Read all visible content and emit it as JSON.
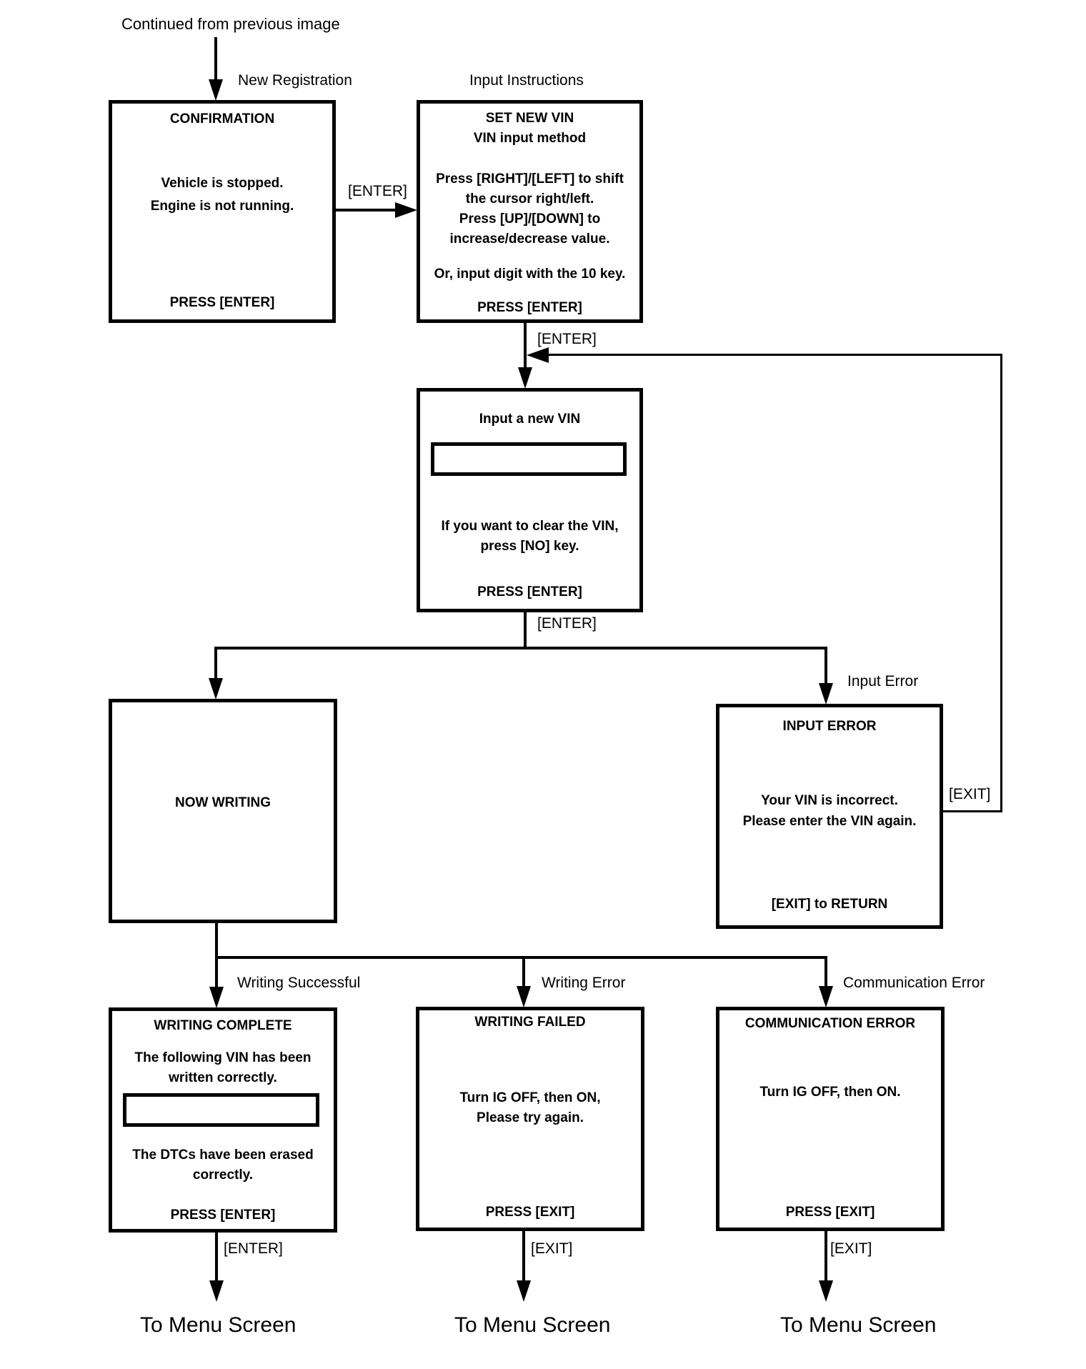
{
  "colors": {
    "ink": "#000000",
    "paper": "#ffffff"
  },
  "annotations": {
    "continued": "Continued from previous image",
    "new_registration": "New Registration",
    "input_instructions": "Input Instructions",
    "enter_confirm_to_set": "[ENTER]",
    "enter_set_to_input": "[ENTER]",
    "enter_input_to_branch": "[ENTER]",
    "input_error": "Input Error",
    "exit_loop": "[EXIT]",
    "writing_successful": "Writing Successful",
    "writing_error": "Writing Error",
    "communication_error": "Communication Error",
    "enter_complete_out": "[ENTER]",
    "exit_failed_out": "[EXIT]",
    "exit_comm_out": "[EXIT]",
    "to_menu_1": "To Menu Screen",
    "to_menu_2": "To Menu Screen",
    "to_menu_3": "To Menu Screen"
  },
  "screens": {
    "confirmation": {
      "title": "CONFIRMATION",
      "line1": "Vehicle is stopped.",
      "line2": "Engine is not running.",
      "footer": "PRESS [ENTER]"
    },
    "set_new_vin": {
      "title": "SET NEW VIN",
      "subtitle": "VIN input method",
      "line1": "Press [RIGHT]/[LEFT] to shift",
      "line2": "the cursor right/left.",
      "line3": "Press [UP]/[DOWN] to",
      "line4": "increase/decrease value.",
      "line5": "Or, input digit with the 10 key.",
      "footer": "PRESS [ENTER]"
    },
    "input_new_vin": {
      "title": "Input a new VIN",
      "field_value": "",
      "line1": "If you want to clear the VIN,",
      "line2": "press [NO] key.",
      "footer": "PRESS [ENTER]"
    },
    "now_writing": {
      "title": "NOW WRITING"
    },
    "input_error": {
      "title": "INPUT ERROR",
      "line1": "Your VIN is incorrect.",
      "line2": "Please enter the VIN again.",
      "footer": "[EXIT] to RETURN"
    },
    "writing_complete": {
      "title": "WRITING COMPLETE",
      "line1": "The following VIN has been",
      "line2": "written correctly.",
      "field_value": "",
      "line3": "The DTCs have been erased",
      "line4": "correctly.",
      "footer": "PRESS [ENTER]"
    },
    "writing_failed": {
      "title": "WRITING FAILED",
      "line1": "Turn IG OFF, then ON,",
      "line2": "Please try again.",
      "footer": "PRESS [EXIT]"
    },
    "communication_error": {
      "title": "COMMUNICATION ERROR",
      "line1": "Turn IG OFF, then ON.",
      "footer": "PRESS [EXIT]"
    }
  }
}
